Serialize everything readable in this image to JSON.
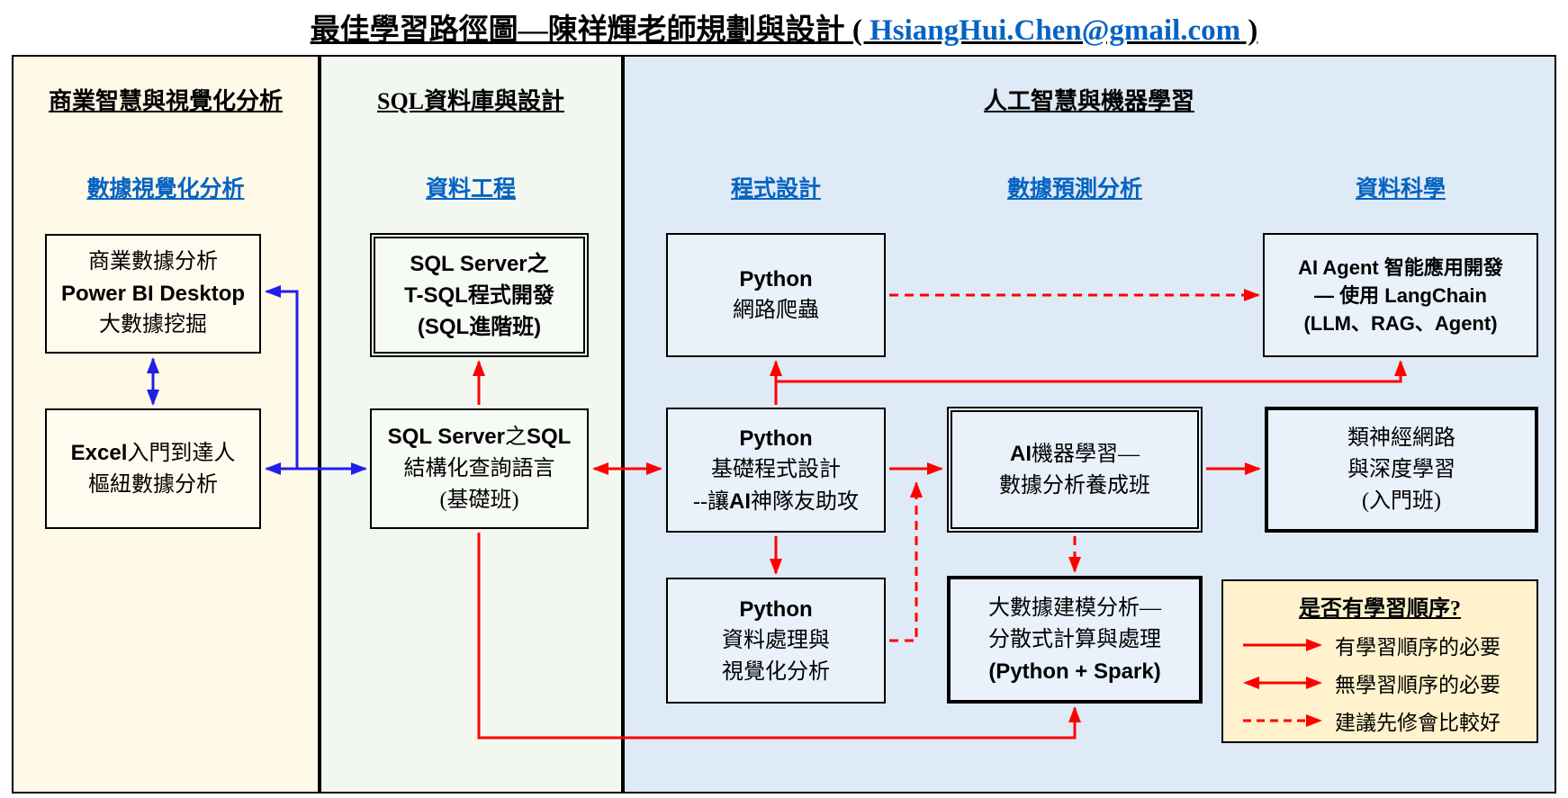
{
  "title": {
    "prefix": "最佳學習路徑圖—陳祥輝老師規劃與設計 ( ",
    "email": "HsiangHui.Chen@gmail.com",
    "suffix": " )"
  },
  "panels": {
    "bi": {
      "header": "商業智慧與視覺化分析",
      "subheader": "數據視覺化分析"
    },
    "sql": {
      "header": "SQL資料庫與設計",
      "subheader": "資料工程"
    },
    "ai": {
      "header": "人工智慧與機器學習",
      "subheader_programming": "程式設計",
      "subheader_predictive": "數據預測分析",
      "subheader_datascience": "資料科學"
    }
  },
  "boxes": {
    "powerbi": {
      "line1": "商業數據分析",
      "line2": "Power BI Desktop",
      "line3": "大數據挖掘"
    },
    "excel": {
      "line1_bold": "Excel",
      "line1_rest": "入門到達人",
      "line2": "樞紐數據分析"
    },
    "tsql": {
      "line1": "SQL Server之",
      "line2": "T-SQL程式開發",
      "line3": "(SQL進階班)"
    },
    "sqlbasic": {
      "line1_a": "SQL Server",
      "line1_b": "之",
      "line1_c": "SQL",
      "line2": "結構化查詢語言",
      "line3": "(基礎班)"
    },
    "crawler": {
      "line1": "Python",
      "line2": "網路爬蟲"
    },
    "aiagent": {
      "line1": "AI Agent 智能應用開發",
      "line2": "— 使用 LangChain",
      "line3": "(LLM、RAG、Agent)"
    },
    "pybasic": {
      "line1": "Python",
      "line2": "基礎程式設計",
      "line3_pre": "--讓",
      "line3_bold": "AI",
      "line3_post": "神隊友助攻"
    },
    "aiml": {
      "line1_bold": "AI",
      "line1_rest": "機器學習—",
      "line2": "數據分析養成班"
    },
    "neural": {
      "line1": "類神經網路",
      "line2": "與深度學習",
      "line3": "(入門班)"
    },
    "pydata": {
      "line1": "Python",
      "line2": "資料處理與",
      "line3": "視覺化分析"
    },
    "bigdata": {
      "line1": "大數據建模分析—",
      "line2": "分散式計算與處理",
      "line3": "(Python + Spark)"
    }
  },
  "legend": {
    "title": "是否有學習順序?",
    "items": [
      {
        "icon": "solid-arrow-icon",
        "label": "有學習順序的必要"
      },
      {
        "icon": "double-arrow-icon",
        "label": "無學習順序的必要"
      },
      {
        "icon": "dashed-arrow-icon",
        "label": "建議先修會比較好"
      }
    ]
  },
  "colors": {
    "panel_bi_bg": "#FFF9E8",
    "panel_sql_bg": "#F2F8F0",
    "panel_ai_bg": "#DEEAF6",
    "box_bi_bg": "#FFFBEE",
    "box_sql_bg": "#F7FBF5",
    "box_ai_bg": "#E9F1FA",
    "legend_bg": "#FFF2CC",
    "arrow_red": "#FF0000",
    "arrow_blue": "#1F1FE8",
    "link_blue": "#0563C1"
  }
}
